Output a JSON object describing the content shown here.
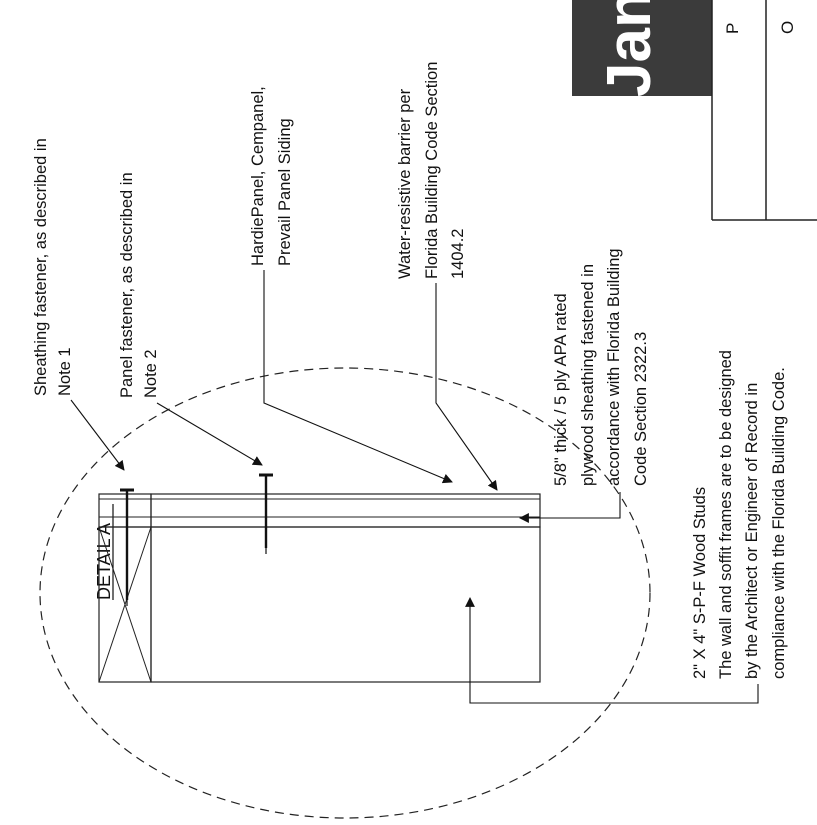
{
  "detail_title": "DETAIL A",
  "brand_fragment": "Jan",
  "table_cells": [
    "P",
    "O"
  ],
  "callouts": {
    "sheathing_fastener": [
      "Sheathing fastener, as described in",
      "Note 1"
    ],
    "panel_fastener": [
      "Panel fastener, as described in",
      "Note 2"
    ],
    "panel_siding": [
      "HardiePanel, Cempanel,",
      "Prevail Panel Siding"
    ],
    "water_barrier": [
      "Water-resistive barrier per",
      "Florida Building Code Section",
      "1404.2"
    ],
    "plywood_sheathing": [
      "5/8\" thick / 5 ply APA rated",
      "plywood sheathing fastened in",
      "accordance with Florida Building",
      "Code Section 2322.3"
    ],
    "wood_studs": [
      "2\" X 4\" S-P-F Wood Studs",
      "The wall and soffit frames are to be designed",
      "by the Architect or Engineer of Record in",
      "compliance with the Florida Building Code."
    ]
  }
}
